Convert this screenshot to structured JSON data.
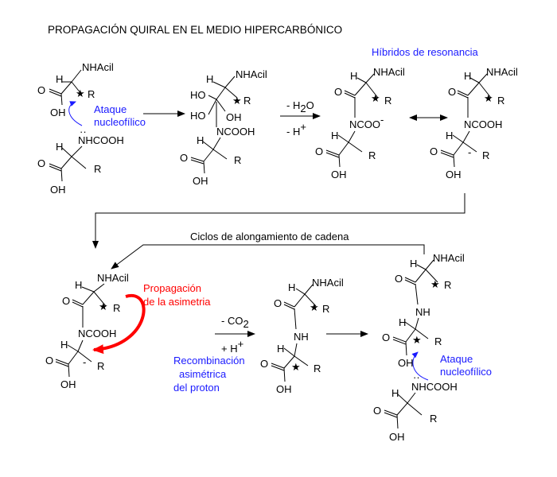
{
  "title": "PROPAGACIÓN QUIRAL EN EL MEDIO HIPERCARBÓNICO",
  "resonance_label": "Híbridos de resonancia",
  "cycle_label": "Ciclos de alongamiento de cadena",
  "attack_line1": "Ataque",
  "attack_line2": "nucleofílico",
  "propagation_line1": "Propagación",
  "propagation_line2": "de la asimetria",
  "recomb_line1": "Recombinación",
  "recomb_line2": "asimétrica",
  "recomb_line3": "del proton",
  "step1_line1": "- H",
  "step1_sub": "2",
  "step1_tail": "O",
  "step1_line2": "- H",
  "step1_sup": "+",
  "step2_line1": "- CO",
  "step2_sub": "2",
  "step2_line2": "+ H",
  "step2_sup": "+",
  "atoms": {
    "nhacil": "NHAcil",
    "nhcooh": "NHCOOH",
    "ncooh": "NCOOH",
    "ncoo": "NCOO",
    "minus": "-",
    "nh": "NH",
    "oh": "OH",
    "ho": "HO",
    "h": "H",
    "o": "O",
    "r": "R"
  },
  "colors": {
    "blue": "#1a1aff",
    "red": "#ff0000",
    "black": "#000000"
  }
}
